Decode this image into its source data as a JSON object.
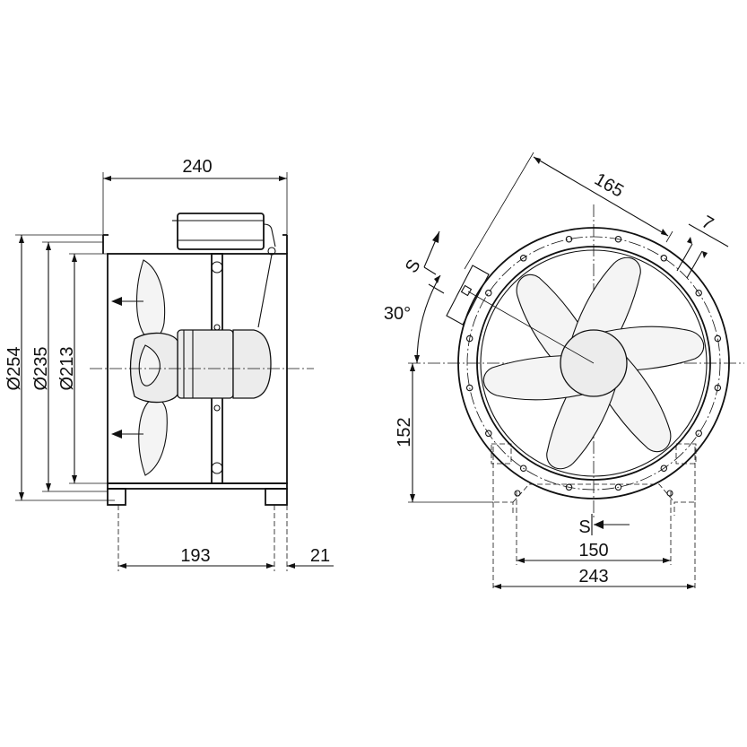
{
  "side_view": {
    "dim_length": "240",
    "dim_dia_outer": "Ø254",
    "dim_dia_mid": "Ø235",
    "dim_dia_inner": "Ø213",
    "dim_foot_spacing": "193",
    "dim_foot_width": "21"
  },
  "front_view": {
    "dim_terminal_offset": "165",
    "dim_hole": "7",
    "dim_angle": "30°",
    "dim_center_height": "152",
    "dim_foot_holes": "150",
    "dim_foot_overall": "243",
    "section_mark": "S"
  }
}
